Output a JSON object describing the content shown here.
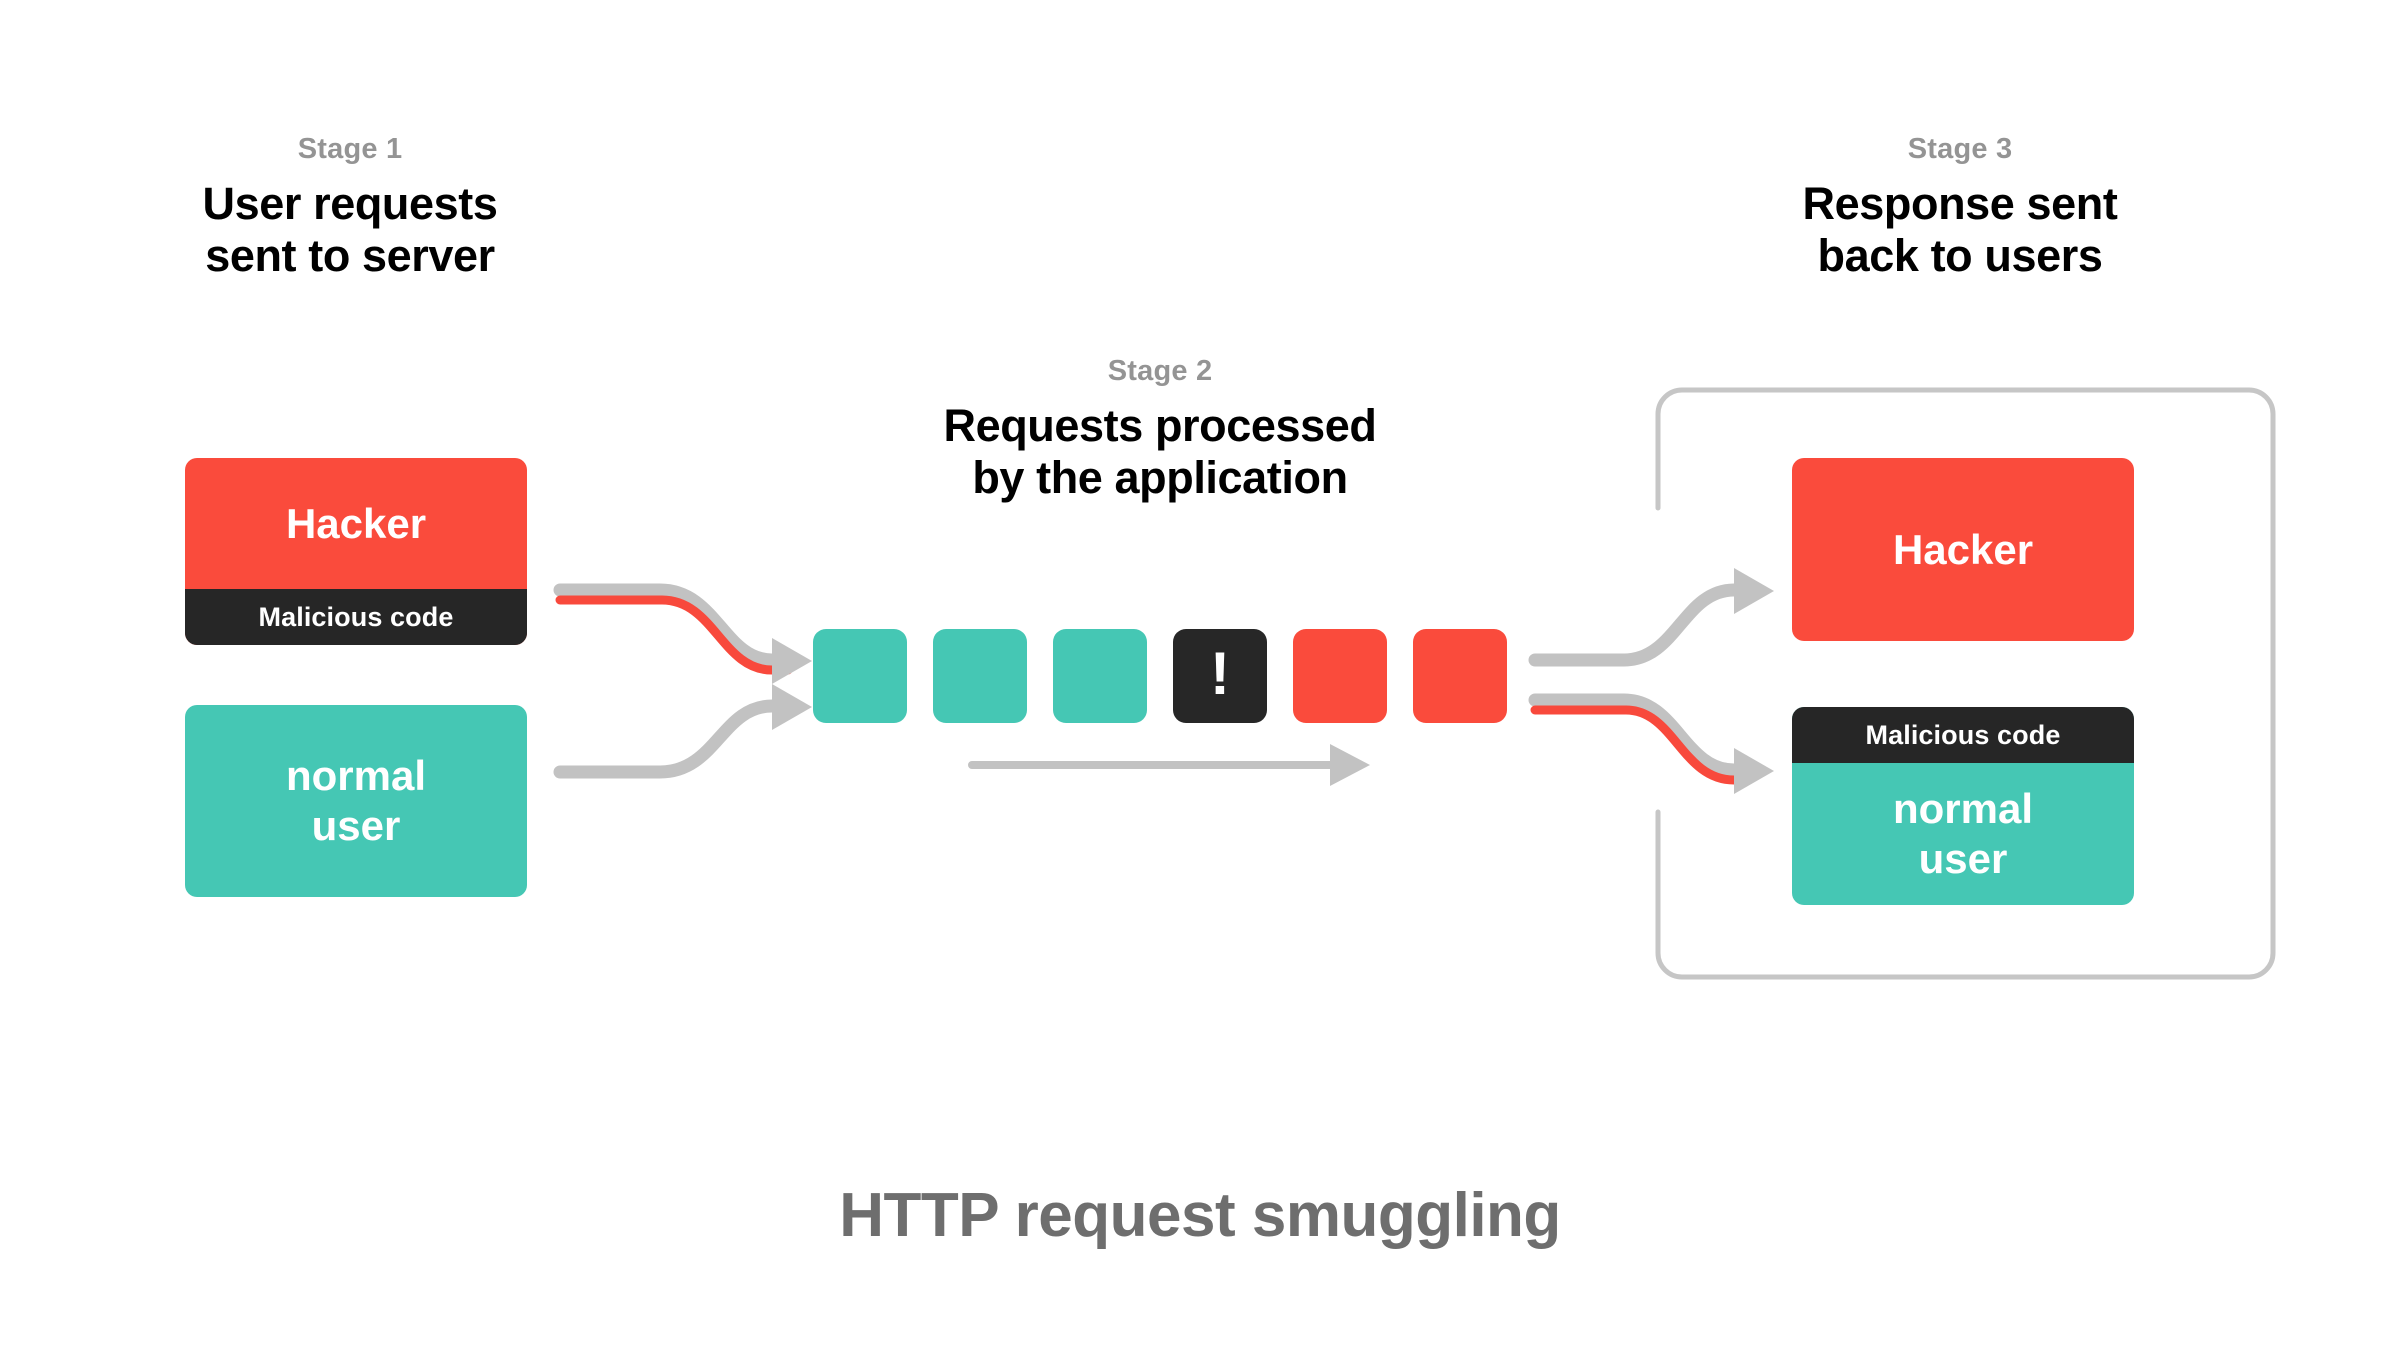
{
  "diagram": {
    "footer_title": "HTTP request smuggling",
    "colors": {
      "red": "#FA4B3C",
      "teal": "#45C7B4",
      "dark": "#262626",
      "gray_wire": "#C2C2C2",
      "gray_text": "#949494",
      "footer_text": "#6E6E6E",
      "background": "#FFFFFF"
    },
    "stages": [
      {
        "kicker": "Stage 1",
        "title": "User requests\nsent to server"
      },
      {
        "kicker": "Stage 2",
        "title": "Requests processed\nby the application"
      },
      {
        "kicker": "Stage 3",
        "title": "Response sent\nback to users"
      }
    ],
    "left_column": {
      "hacker_card": {
        "main_label": "Hacker",
        "strip_label": "Malicious code",
        "main_color": "#FA4B3C",
        "strip_color": "#262626",
        "strip_position": "bottom"
      },
      "user_card": {
        "main_label": "normal\nuser",
        "main_color": "#45C7B4",
        "strip_label": null
      }
    },
    "pipeline": {
      "blocks": [
        {
          "kind": "normal",
          "color": "#45C7B4",
          "glyph": ""
        },
        {
          "kind": "normal",
          "color": "#45C7B4",
          "glyph": ""
        },
        {
          "kind": "normal",
          "color": "#45C7B4",
          "glyph": ""
        },
        {
          "kind": "warning",
          "color": "#272727",
          "glyph": "!"
        },
        {
          "kind": "malicious",
          "color": "#FA4B3C",
          "glyph": ""
        },
        {
          "kind": "malicious",
          "color": "#FA4B3C",
          "glyph": ""
        }
      ],
      "flow_arrow_label": ""
    },
    "right_column": {
      "hacker_card": {
        "main_label": "Hacker",
        "main_color": "#FA4B3C",
        "strip_label": null
      },
      "user_card": {
        "main_label": "normal\nuser",
        "strip_label": "Malicious code",
        "main_color": "#45C7B4",
        "strip_color": "#262626",
        "strip_position": "top"
      }
    }
  }
}
